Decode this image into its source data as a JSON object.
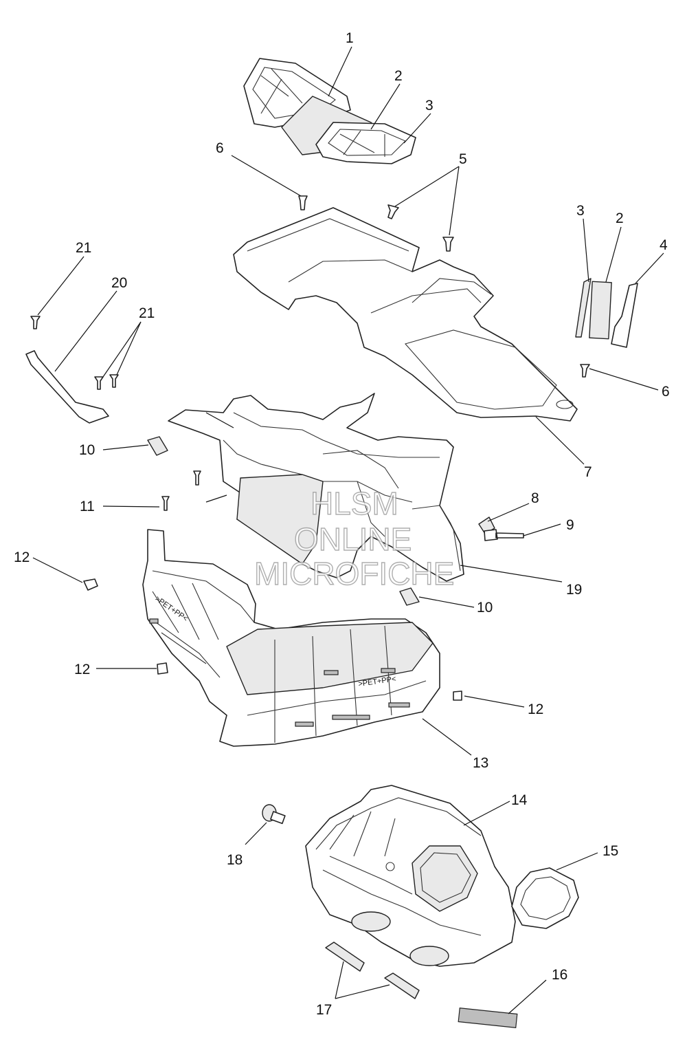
{
  "watermark": {
    "line1": "HLSM",
    "line2": "ONLINE",
    "line3": "MICROFICHE"
  },
  "callouts": [
    {
      "id": "c1",
      "label": "1"
    },
    {
      "id": "c2",
      "label": "2"
    },
    {
      "id": "c3",
      "label": "3"
    },
    {
      "id": "c5",
      "label": "5"
    },
    {
      "id": "c6a",
      "label": "6"
    },
    {
      "id": "c3b",
      "label": "3"
    },
    {
      "id": "c2b",
      "label": "2"
    },
    {
      "id": "c4",
      "label": "4"
    },
    {
      "id": "c21a",
      "label": "21"
    },
    {
      "id": "c20",
      "label": "20"
    },
    {
      "id": "c21b",
      "label": "21"
    },
    {
      "id": "c6b",
      "label": "6"
    },
    {
      "id": "c10a",
      "label": "10"
    },
    {
      "id": "c7",
      "label": "7"
    },
    {
      "id": "c11",
      "label": "11"
    },
    {
      "id": "c8",
      "label": "8"
    },
    {
      "id": "c9",
      "label": "9"
    },
    {
      "id": "c12a",
      "label": "12"
    },
    {
      "id": "c19",
      "label": "19"
    },
    {
      "id": "c10b",
      "label": "10"
    },
    {
      "id": "c12b",
      "label": "12"
    },
    {
      "id": "c12c",
      "label": "12"
    },
    {
      "id": "c13",
      "label": "13"
    },
    {
      "id": "c14",
      "label": "14"
    },
    {
      "id": "c18",
      "label": "18"
    },
    {
      "id": "c15",
      "label": "15"
    },
    {
      "id": "c16",
      "label": "16"
    },
    {
      "id": "c17",
      "label": "17"
    }
  ],
  "part_marks": {
    "pet_pp_a": ">PET+PP<",
    "pet_pp_b": ">PET+PP<"
  }
}
